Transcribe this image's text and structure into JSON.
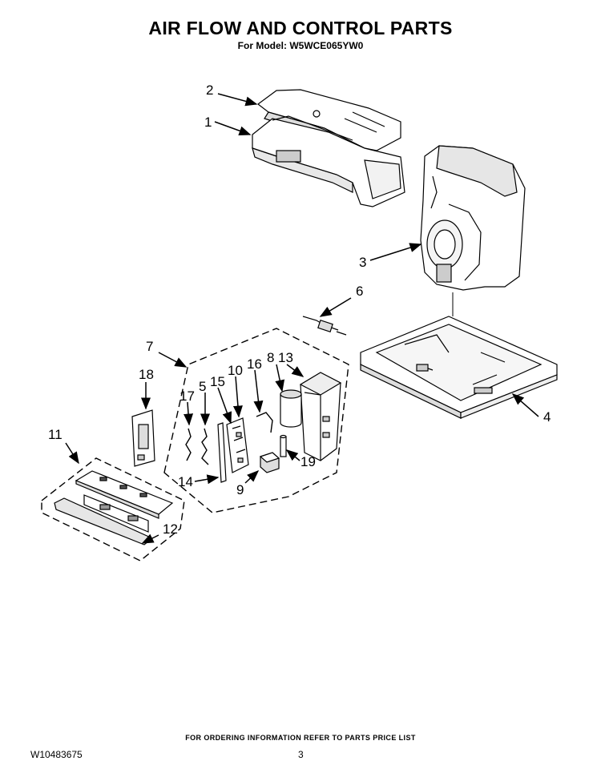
{
  "title": "AIR FLOW AND CONTROL PARTS",
  "subtitle": "For Model: W5WCE065YW0",
  "footer_info": "FOR ORDERING INFORMATION REFER TO PARTS PRICE LIST",
  "doc_number": "W10483675",
  "page_number": "3",
  "callouts": {
    "c1": "1",
    "c2": "2",
    "c3": "3",
    "c4": "4",
    "c5": "5",
    "c6": "6",
    "c7": "7",
    "c8": "8",
    "c9": "9",
    "c10": "10",
    "c11": "11",
    "c12": "12",
    "c13": "13",
    "c14": "14",
    "c15": "15",
    "c16": "16",
    "c17": "17",
    "c18": "18",
    "c19": "19"
  }
}
